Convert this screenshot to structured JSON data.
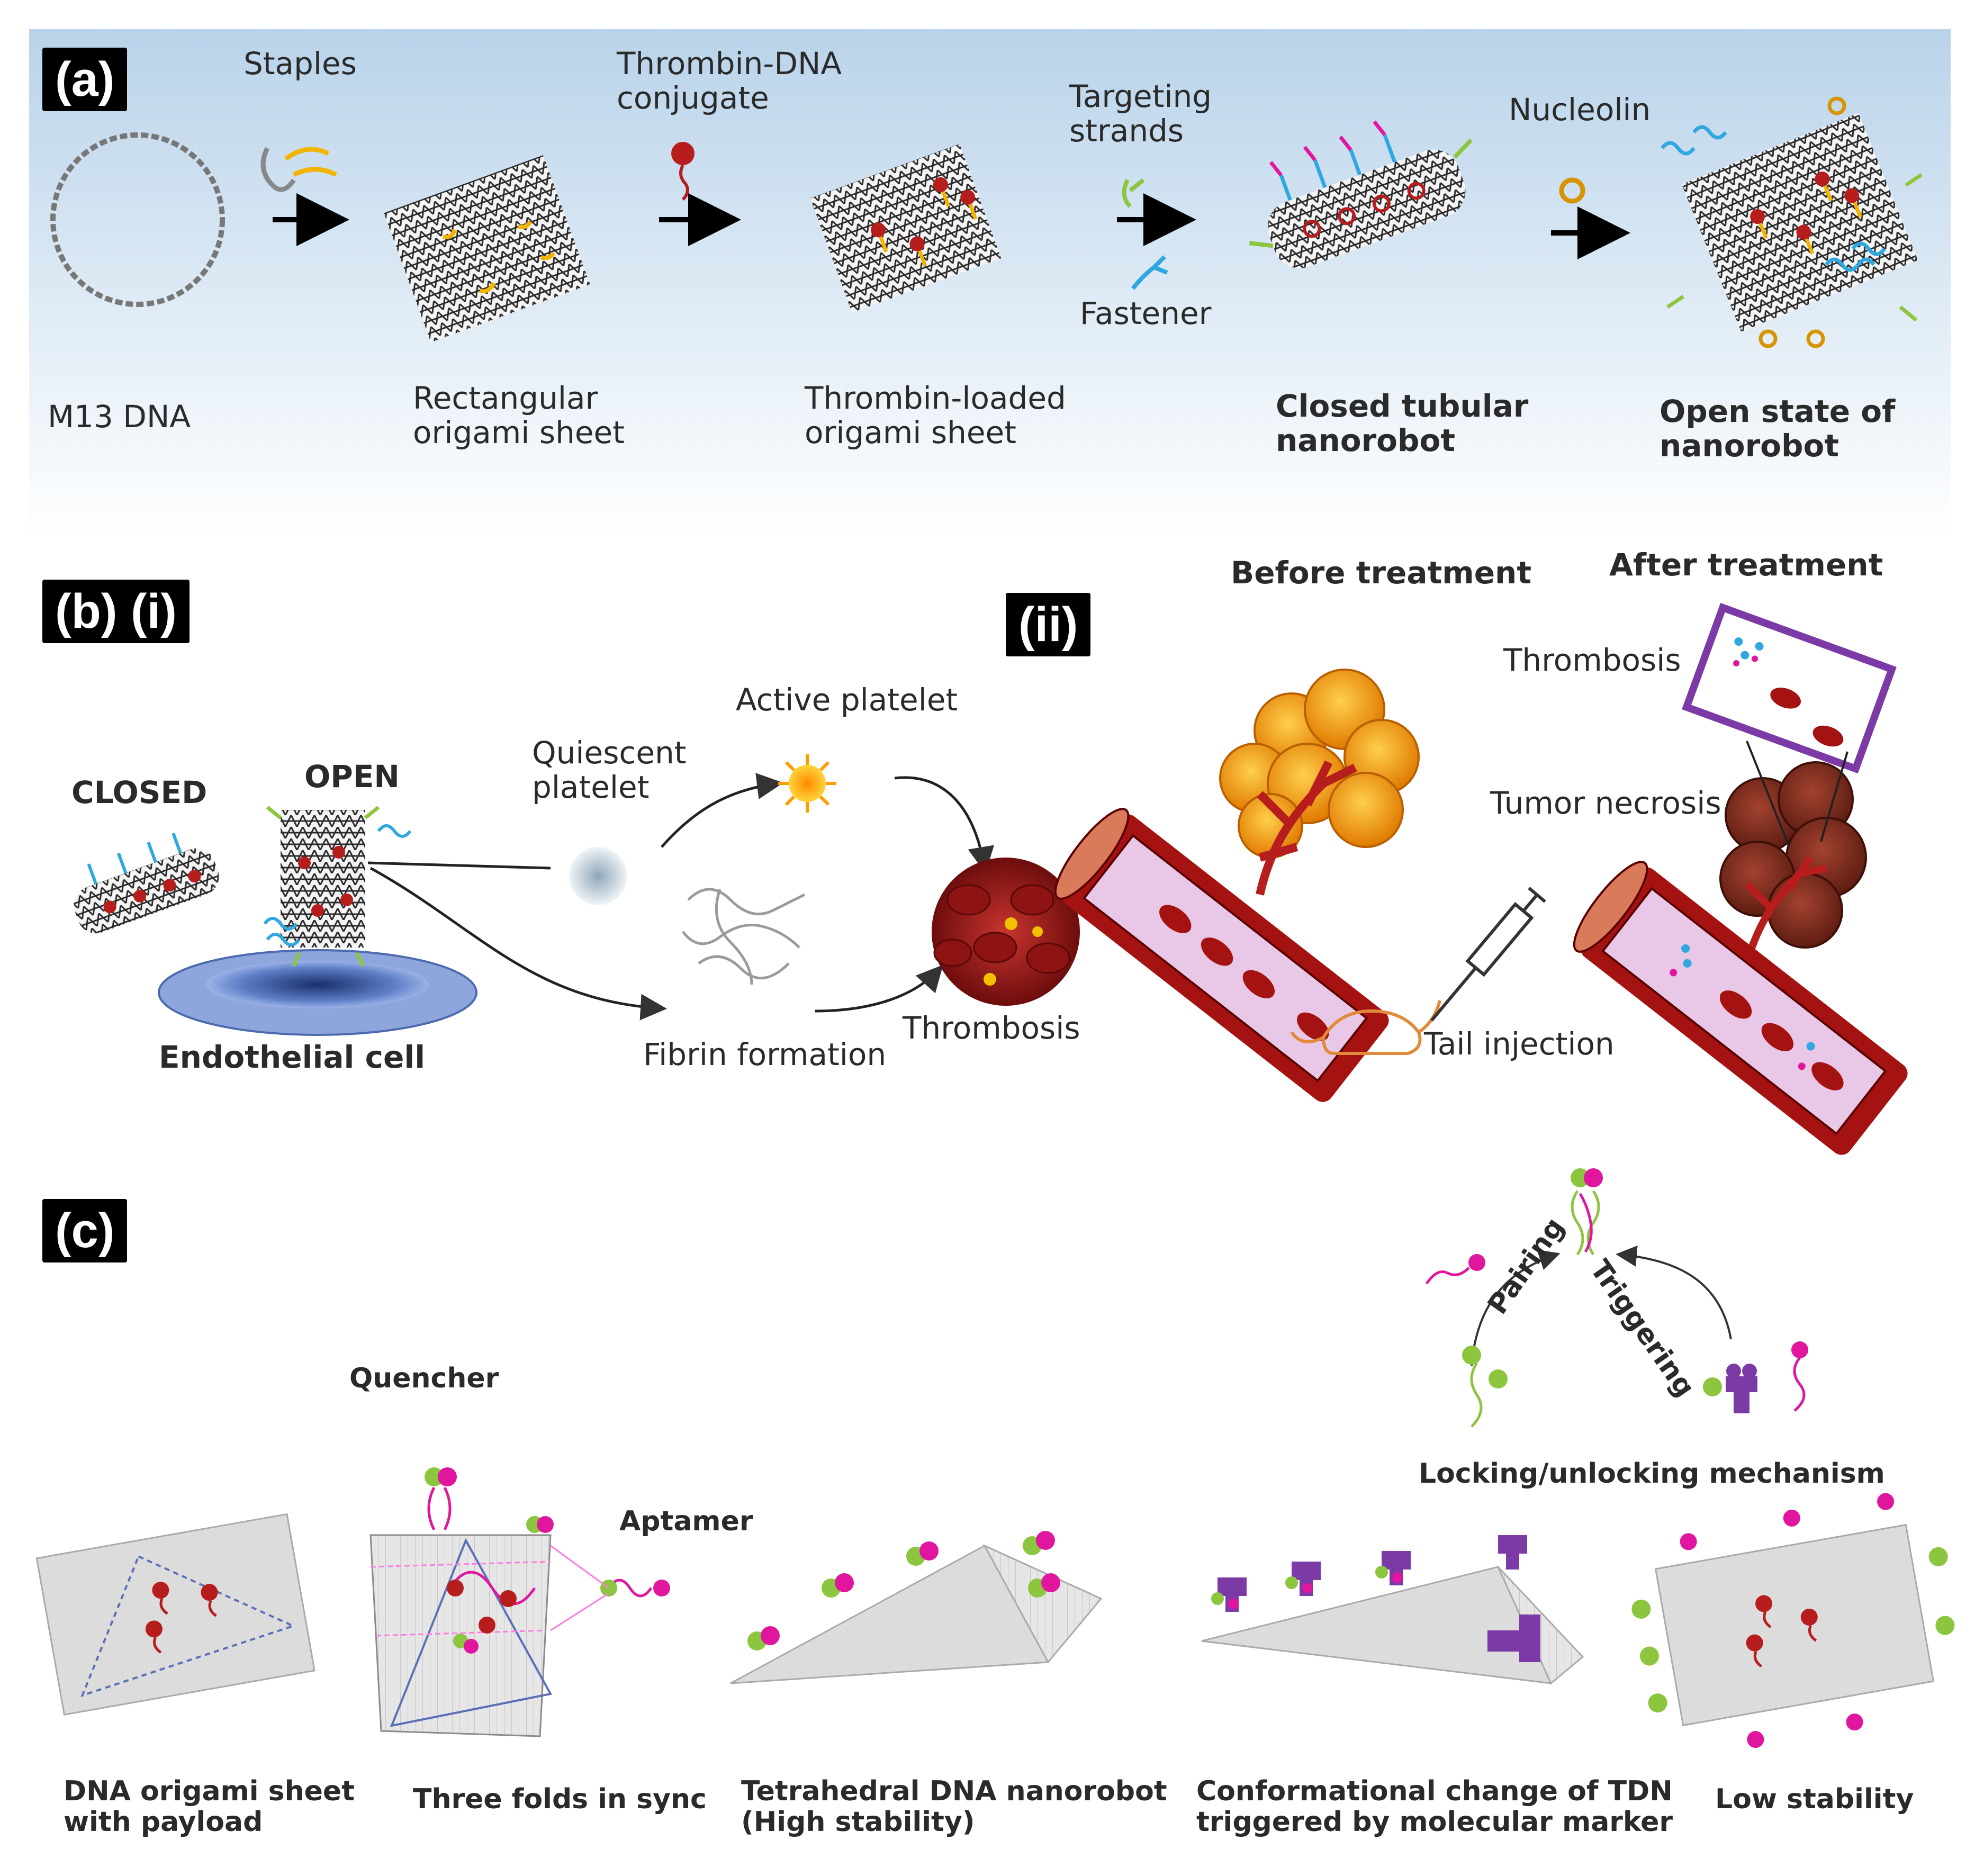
{
  "panel_a": {
    "tag": "(a)",
    "staples": "Staples",
    "thrombin_dna_conjugate": "Thrombin-DNA\nconjugate",
    "targeting_strands": "Targeting\nstrands",
    "fastener": "Fastener",
    "nucleolin": "Nucleolin",
    "m13_dna": "M13 DNA",
    "rect_sheet": "Rectangular\norigami sheet",
    "thrombin_loaded": "Thrombin-loaded\norigami sheet",
    "closed_tubular": "Closed tubular\nnanorobot",
    "open_state": "Open state of\nnanorobot"
  },
  "panel_b": {
    "tag_i": "(b) (i)",
    "tag_ii": "(ii)",
    "closed": "CLOSED",
    "open": "OPEN",
    "quiescent": "Quiescent\nplatelet",
    "active": "Active platelet",
    "endothelial": "Endothelial cell",
    "fibrin": "Fibrin formation",
    "thrombosis": "Thrombosis",
    "before": "Before treatment",
    "after": "After treatment",
    "thrombosis_ii": "Thrombosis",
    "tumor_necrosis": "Tumor necrosis",
    "tail_injection": "Tail injection"
  },
  "panel_c": {
    "tag": "(c)",
    "quencher": "Quencher",
    "aptamer": "Aptamer",
    "pairing": "Pairing",
    "triggering": "Triggering",
    "locking": "Locking/unlocking mechanism",
    "sheet_payload": "DNA origami sheet\nwith  payload",
    "three_folds": "Three folds in sync",
    "tetrahedral": "Tetrahedral DNA nanorobot\n(High stability)",
    "conformational": "Conformational change of TDN\ntriggered by molecular marker",
    "low_stability": "Low stability"
  },
  "colors": {
    "accent_red": "#b81d1d",
    "thrombin_yellow": "#f2b400",
    "aptamer_green": "#8cc63f",
    "quencher_magenta": "#e0169e",
    "marker_purple": "#7b3aa5",
    "vessel_red": "#a51212",
    "vessel_lumen": "#e9c7e6"
  }
}
